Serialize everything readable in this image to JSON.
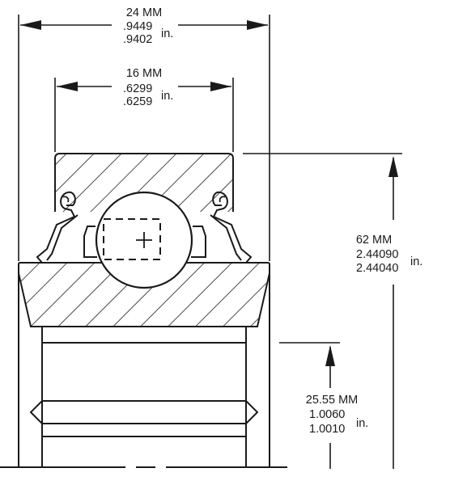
{
  "dimensions": {
    "overall_width": {
      "mm": "24 MM",
      "max": ".9449",
      "min": ".9402",
      "unit": "in."
    },
    "inner_width": {
      "mm": "16 MM",
      "max": ".6299",
      "min": ".6259",
      "unit": "in."
    },
    "outer_diameter": {
      "mm": "62 MM",
      "max": "2.44090",
      "min": "2.44040",
      "unit": "in."
    },
    "bore_radius": {
      "mm": "25.55 MM",
      "max": "1.0060",
      "min": "1.0010",
      "unit": "in."
    }
  }
}
